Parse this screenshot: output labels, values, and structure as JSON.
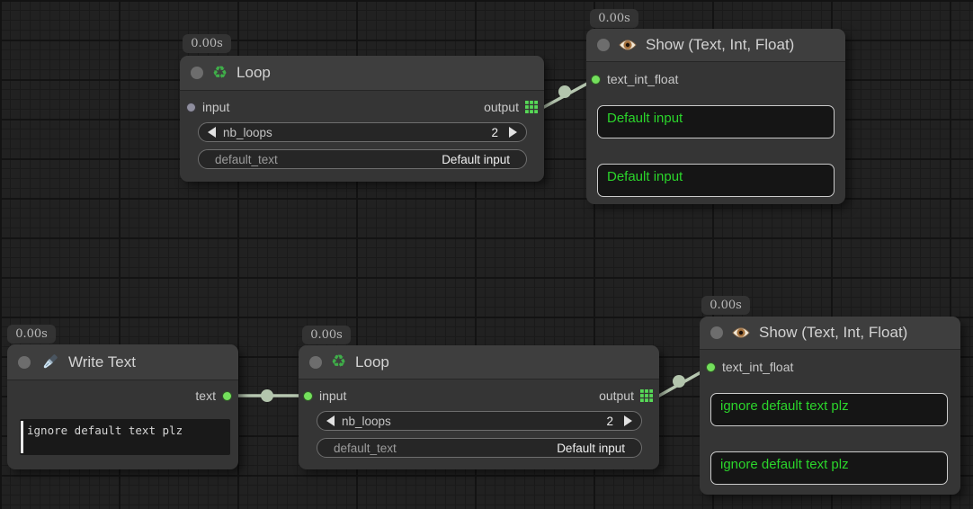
{
  "colors": {
    "value_green": "#2bd52b",
    "slot_connected": "#74e05c",
    "slot_unconnected": "#8f8e9e",
    "link": "#b7c8b1",
    "recycle_green": "#3fae49",
    "grid_output_icon": "#57d957"
  },
  "icons": {
    "recycle": "♻"
  },
  "nodes": {
    "loop_top": {
      "badge": "0.00s",
      "title": "Loop",
      "input_label": "input",
      "output_label": "output",
      "widgets": {
        "nb_loops": {
          "label": "nb_loops",
          "value": "2"
        },
        "default_text": {
          "label": "default_text",
          "value": "Default input"
        }
      }
    },
    "show_top": {
      "badge": "0.00s",
      "title": "Show (Text, Int, Float)",
      "input_label": "text_int_float",
      "values": [
        "Default input",
        "Default input"
      ]
    },
    "write_text": {
      "badge": "0.00s",
      "title": "Write Text",
      "output_label": "text",
      "text_value": "ignore default text plz"
    },
    "loop_bottom": {
      "badge": "0.00s",
      "title": "Loop",
      "input_label": "input",
      "output_label": "output",
      "widgets": {
        "nb_loops": {
          "label": "nb_loops",
          "value": "2"
        },
        "default_text": {
          "label": "default_text",
          "value": "Default input"
        }
      }
    },
    "show_bottom": {
      "badge": "0.00s",
      "title": "Show (Text, Int, Float)",
      "input_label": "text_int_float",
      "values": [
        "ignore default text plz",
        "ignore default text plz"
      ]
    }
  }
}
